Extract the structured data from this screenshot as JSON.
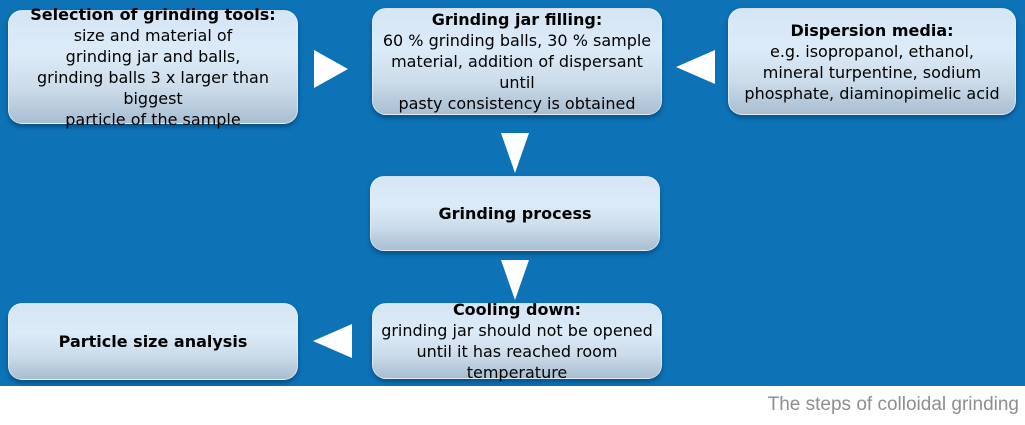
{
  "colors": {
    "background": "#0d72b6",
    "box_gradient_top": "#d5e5f4",
    "box_gradient_bottom": "#a9bed2",
    "arrow": "#ffffff",
    "box_text": "#000000",
    "caption_text": "#8c8f91"
  },
  "boxes": {
    "selection": {
      "title": "Selection of grinding tools:",
      "lines": [
        "size and material of",
        "grinding jar and balls,",
        "grinding balls 3 x larger than biggest",
        "particle of the sample"
      ]
    },
    "jar_filling": {
      "title": "Grinding jar filling:",
      "lines": [
        "60 % grinding balls, 30 % sample",
        "material, addition of dispersant until",
        "pasty consistency is obtained"
      ]
    },
    "dispersion": {
      "title": "Dispersion media:",
      "lines": [
        "e.g. isopropanol, ethanol,",
        "mineral turpentine, sodium",
        "phosphate, diaminopimelic acid"
      ]
    },
    "process": {
      "title": "Grinding process"
    },
    "cooling": {
      "title": "Cooling down:",
      "lines": [
        "grinding jar should not be opened",
        "until it has reached room temperature"
      ]
    },
    "analysis": {
      "title": "Particle size analysis"
    }
  },
  "caption": "The steps of colloidal grinding"
}
